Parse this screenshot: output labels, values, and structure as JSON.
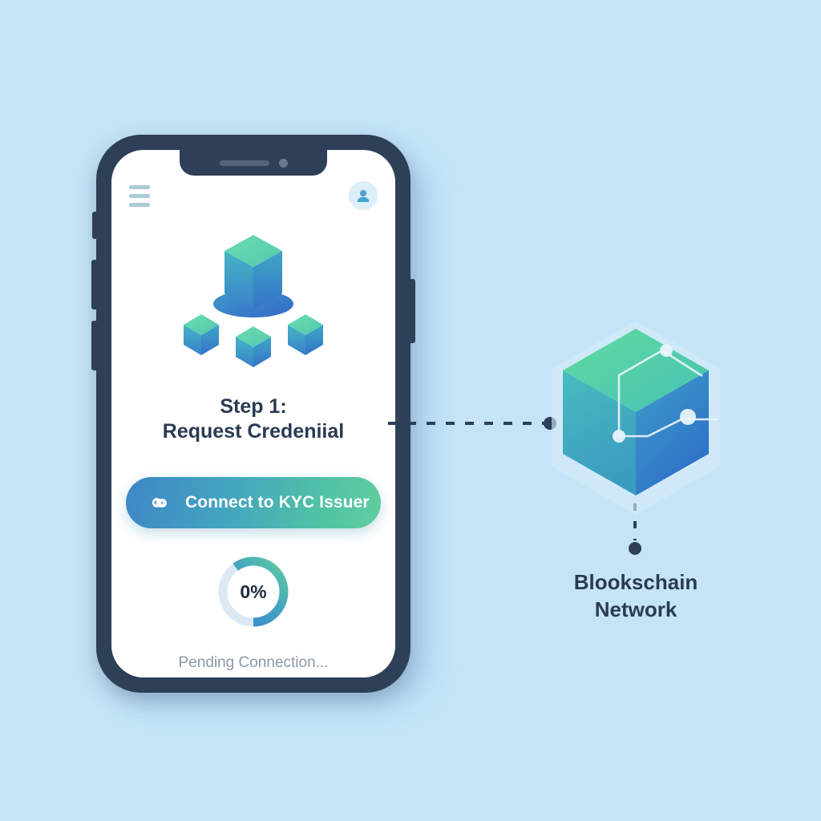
{
  "background_color": "#c5e4f8",
  "phone": {
    "frame_color": "#2e3f58",
    "screen_color": "#ffffff",
    "topbar": {
      "menu_icon": "hamburger-menu-icon",
      "avatar_icon": "user-avatar-icon"
    },
    "illustration": {
      "name": "isometric-blockchain-illustration",
      "description": "tall central block with three small cubes",
      "top_color": "#5fd3a4",
      "left_color": "#3fa9c4",
      "right_color": "#3a78c8"
    },
    "heading": {
      "line1": "Step 1:",
      "line2": "Request Credeniial",
      "color": "#2b3a54"
    },
    "cta": {
      "label": "Connect to KYC Issuer",
      "icon": "link-knot-icon",
      "gradient_from": "#3e87c6",
      "gradient_to": "#5fcfa0",
      "text_color": "#ffffff"
    },
    "progress": {
      "value_label": "0%",
      "percent": 0,
      "arc_sweep_degrees": 215,
      "arc_color_start": "#3d7fd0",
      "arc_color_end": "#5ecb9f",
      "track_color": "#dbe9f5"
    },
    "status": {
      "text": "Pending Connection...",
      "color": "#8d98a7"
    }
  },
  "network": {
    "label_line1": "Blookschain",
    "label_line2": "Network",
    "label_color": "#2b3a54",
    "cube": {
      "name": "blockchain-network-cube",
      "top_color": "#5fd3a4",
      "left_color": "#3fa9c4",
      "right_color": "#3a78c8",
      "halo_color": "#d5ecfa",
      "node_color": "#e8f4fb"
    }
  },
  "connectors": {
    "horizontal": {
      "name": "phone-to-network-link",
      "style": "dashed",
      "color": "#2e3f58",
      "endpoint": "dot"
    },
    "vertical": {
      "name": "network-to-label-link",
      "style": "dashed",
      "color": "#2e3f58",
      "endpoint": "dot"
    }
  }
}
